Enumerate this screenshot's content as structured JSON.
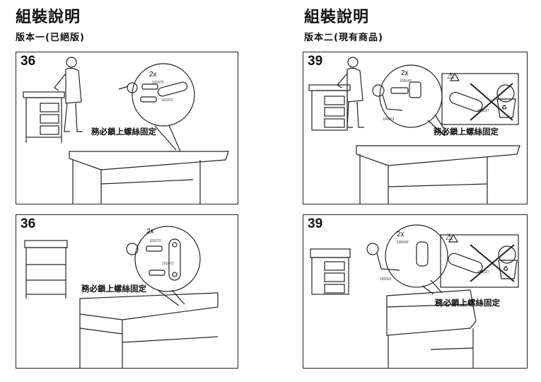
{
  "left_column": {
    "title": "組裝說明",
    "subtitle": "版本一(已絕版)",
    "panels": [
      {
        "step": "36",
        "qty": "2x",
        "part_a": "101072",
        "part_b": "101072",
        "caption": "務必鎖上螺絲固定"
      },
      {
        "step": "36",
        "qty": "2x",
        "part_a": "101072",
        "part_b": "101072",
        "caption": "務必鎖上螺絲固定"
      }
    ]
  },
  "right_column": {
    "title": "組裝說明",
    "subtitle": "版本二(現有商品)",
    "panels": [
      {
        "step": "39",
        "qty": "2x",
        "part_a": "105042",
        "part_b": "100001",
        "part_c": "100027",
        "caption": "務必鎖上螺絲固定"
      },
      {
        "step": "39",
        "qty": "2x",
        "part_a": "105042",
        "part_b": "100001",
        "part_c": "100027",
        "caption": "務必鎖上螺絲固定"
      }
    ]
  },
  "icons": [
    "warning-triangle-icon",
    "recycle-icon",
    "no-trash-icon"
  ]
}
